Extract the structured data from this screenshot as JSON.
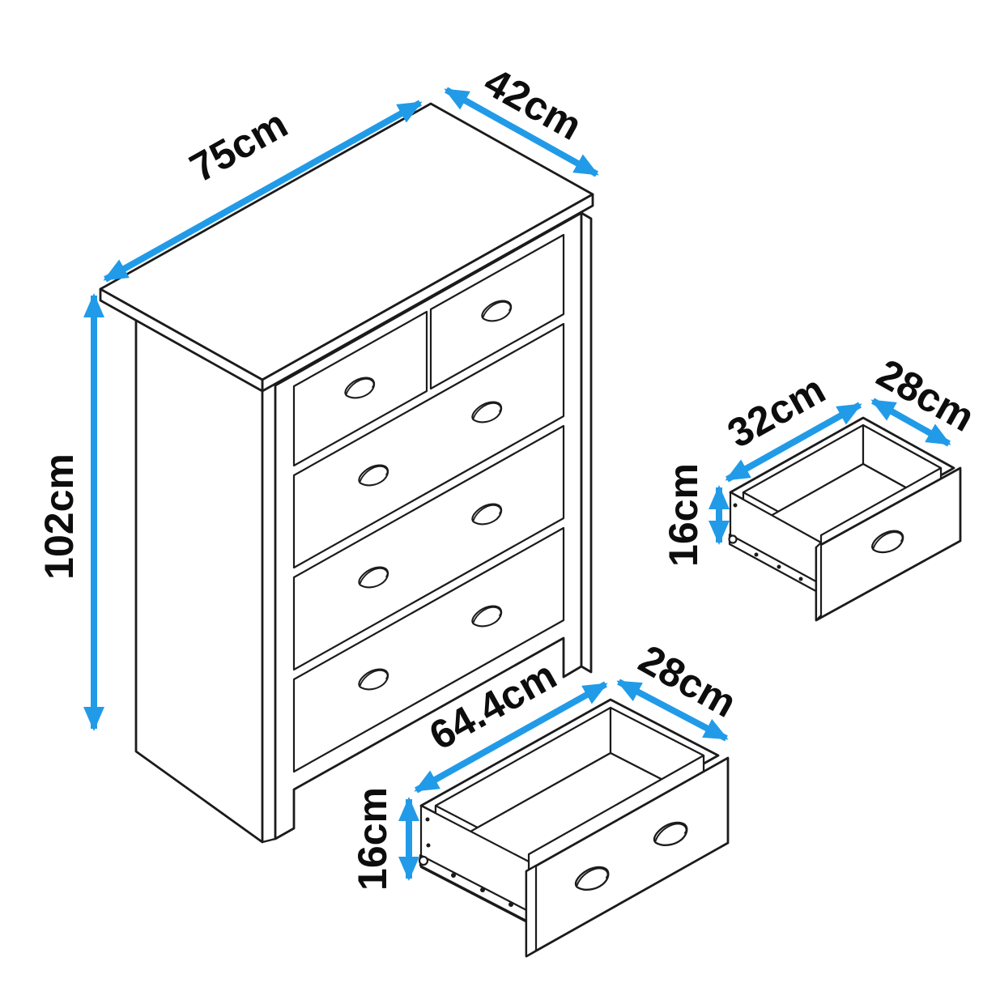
{
  "style": {
    "background_color": "#ffffff",
    "line_color": "#1b1b1b",
    "arrow_color": "#219be8",
    "label_color": "#0d0d0d"
  },
  "chest": {
    "width_label": "75cm",
    "depth_label": "42cm",
    "height_label": "102cm",
    "small_drawer_count": 2,
    "large_drawer_count": 3,
    "handle_count": 8
  },
  "small_drawer": {
    "width_label": "32cm",
    "depth_label": "28cm",
    "height_label": "16cm",
    "handle_count": 1
  },
  "large_drawer": {
    "width_label": "64.4cm",
    "depth_label": "28cm",
    "height_label": "16cm",
    "handle_count": 2
  }
}
